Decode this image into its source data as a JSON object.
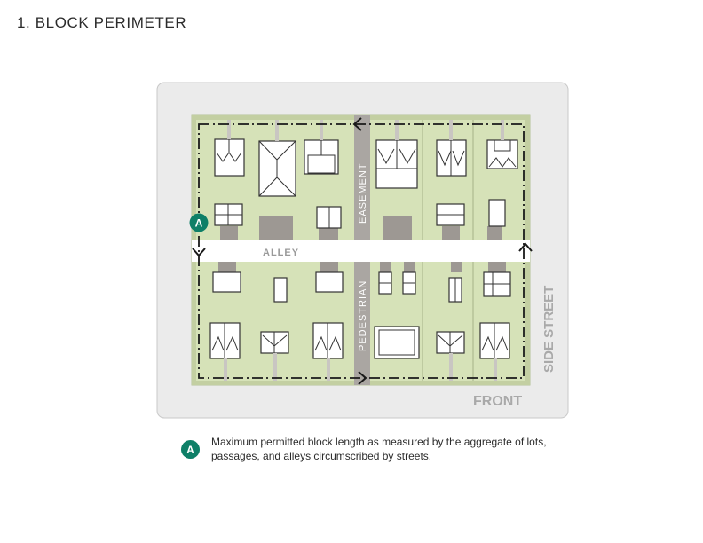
{
  "title": "1. BLOCK PERIMETER",
  "labels": {
    "front": "FRONT",
    "side_street": "SIDE STREET",
    "alley": "ALLEY",
    "easement": "EASEMENT",
    "pedestrian": "PEDESTRIAN"
  },
  "marker": "A",
  "legend": {
    "marker": "A",
    "text": "Maximum permitted block length as measured by the aggregate of lots, passages, and alleys circumscribed by streets."
  },
  "colors": {
    "street": "#ebebeb",
    "lot": "#d6e2b8",
    "path": "#aaa6a2",
    "alley": "#ffffff",
    "marker": "#0e7f67",
    "perimeter_line": "#1a1a1a"
  },
  "icons": [
    "arrow-left-icon",
    "arrow-right-icon",
    "arrow-up-icon",
    "arrow-down-icon"
  ]
}
